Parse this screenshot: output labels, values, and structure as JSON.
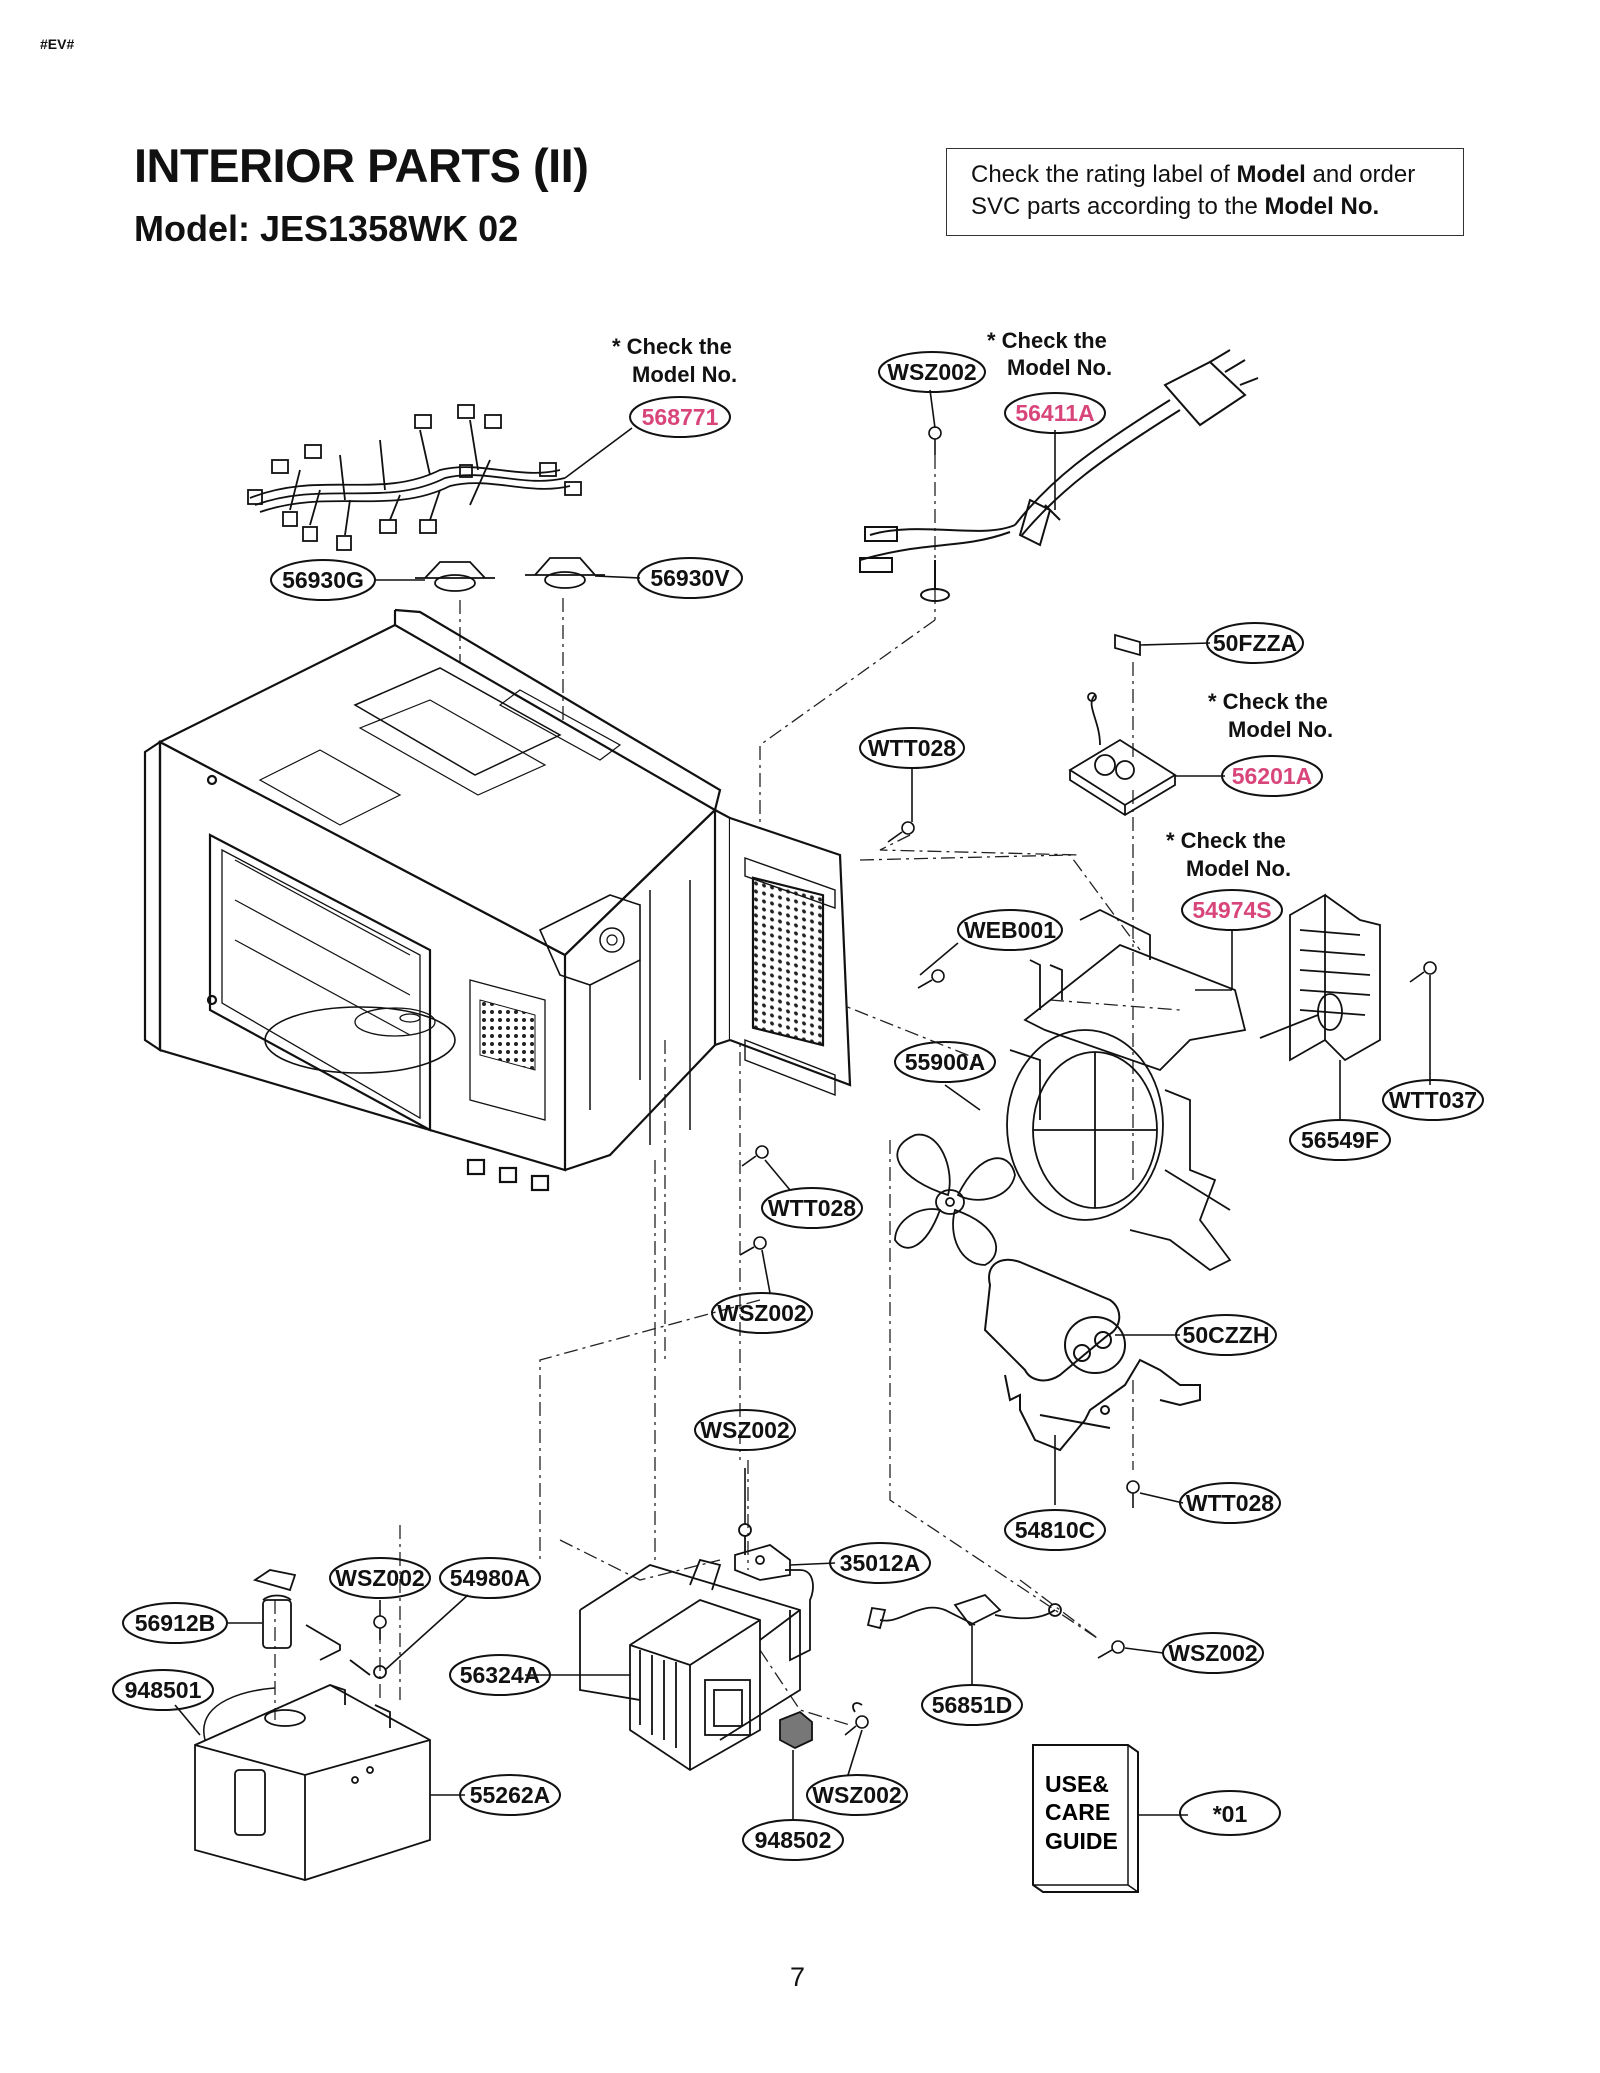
{
  "header": {
    "corner_tag": "#EV#",
    "title": "INTERIOR PARTS (II)",
    "model_line": "Model: JES1358WK 02",
    "notice": {
      "t1": "Check the rating label of ",
      "b1": "Model",
      "t2": " and order",
      "t3": "SVC parts according to the ",
      "b2": "Model No."
    }
  },
  "check_note": {
    "line1": "* Check the",
    "line2": "Model No."
  },
  "parts": {
    "p568771": "568771",
    "p56411A": "56411A",
    "pWSZ002_top": "WSZ002",
    "p56930G": "56930G",
    "p56930V": "56930V",
    "p50FZZA": "50FZZA",
    "pWTT028_a": "WTT028",
    "p56201A": "56201A",
    "p54974S": "54974S",
    "pWEB001": "WEB001",
    "p55900A": "55900A",
    "pWTT037": "WTT037",
    "p56549F": "56549F",
    "pWTT028_b": "WTT028",
    "pWSZ002_mid": "WSZ002",
    "p50CZZH": "50CZZH",
    "pWSZ002_c": "WSZ002",
    "p54810C": "54810C",
    "pWTT028_c": "WTT028",
    "p35012A": "35012A",
    "pWSZ002_left": "WSZ002",
    "p54980A": "54980A",
    "p56912B": "56912B",
    "p948501": "948501",
    "p56324A": "56324A",
    "p56851D": "56851D",
    "pWSZ002_right": "WSZ002",
    "p55262A": "55262A",
    "pWSZ002_bot": "WSZ002",
    "p948502": "948502",
    "p01": "*01"
  },
  "guide_book": {
    "line1": "USE&",
    "line2": "CARE",
    "line3": "GUIDE"
  },
  "colors": {
    "highlight": "#d8457a",
    "ink": "#111111"
  },
  "page_number": "7"
}
